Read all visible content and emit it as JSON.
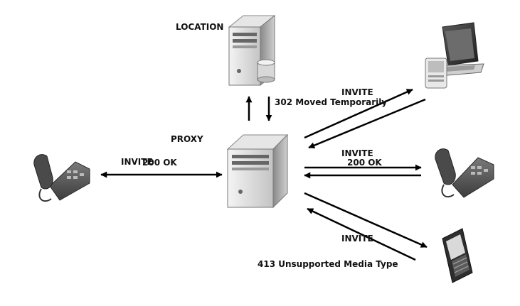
{
  "labels": {
    "location": "LOCATION",
    "proxy": "PROXY",
    "moved": "302 Moved Temporarily",
    "invite_left": "INVITE",
    "ok_left": "200 OK",
    "invite_top": "INVITE",
    "invite_mid": "INVITE",
    "ok_mid": "200 OK",
    "invite_bottom": "INVITE",
    "unsupported": "413 Unsupported Media Type"
  },
  "colors": {
    "arrow": "#000000",
    "device_body": "#c8c8c8",
    "device_dark": "#3a3a3a",
    "device_light": "#efefef"
  },
  "icons": {
    "location_server": "server-database-icon",
    "proxy_server": "server-icon",
    "left_phone": "desk-phone-icon",
    "laptop": "laptop-icon",
    "right_phone": "desk-phone-icon",
    "smartphone": "smartphone-icon"
  }
}
